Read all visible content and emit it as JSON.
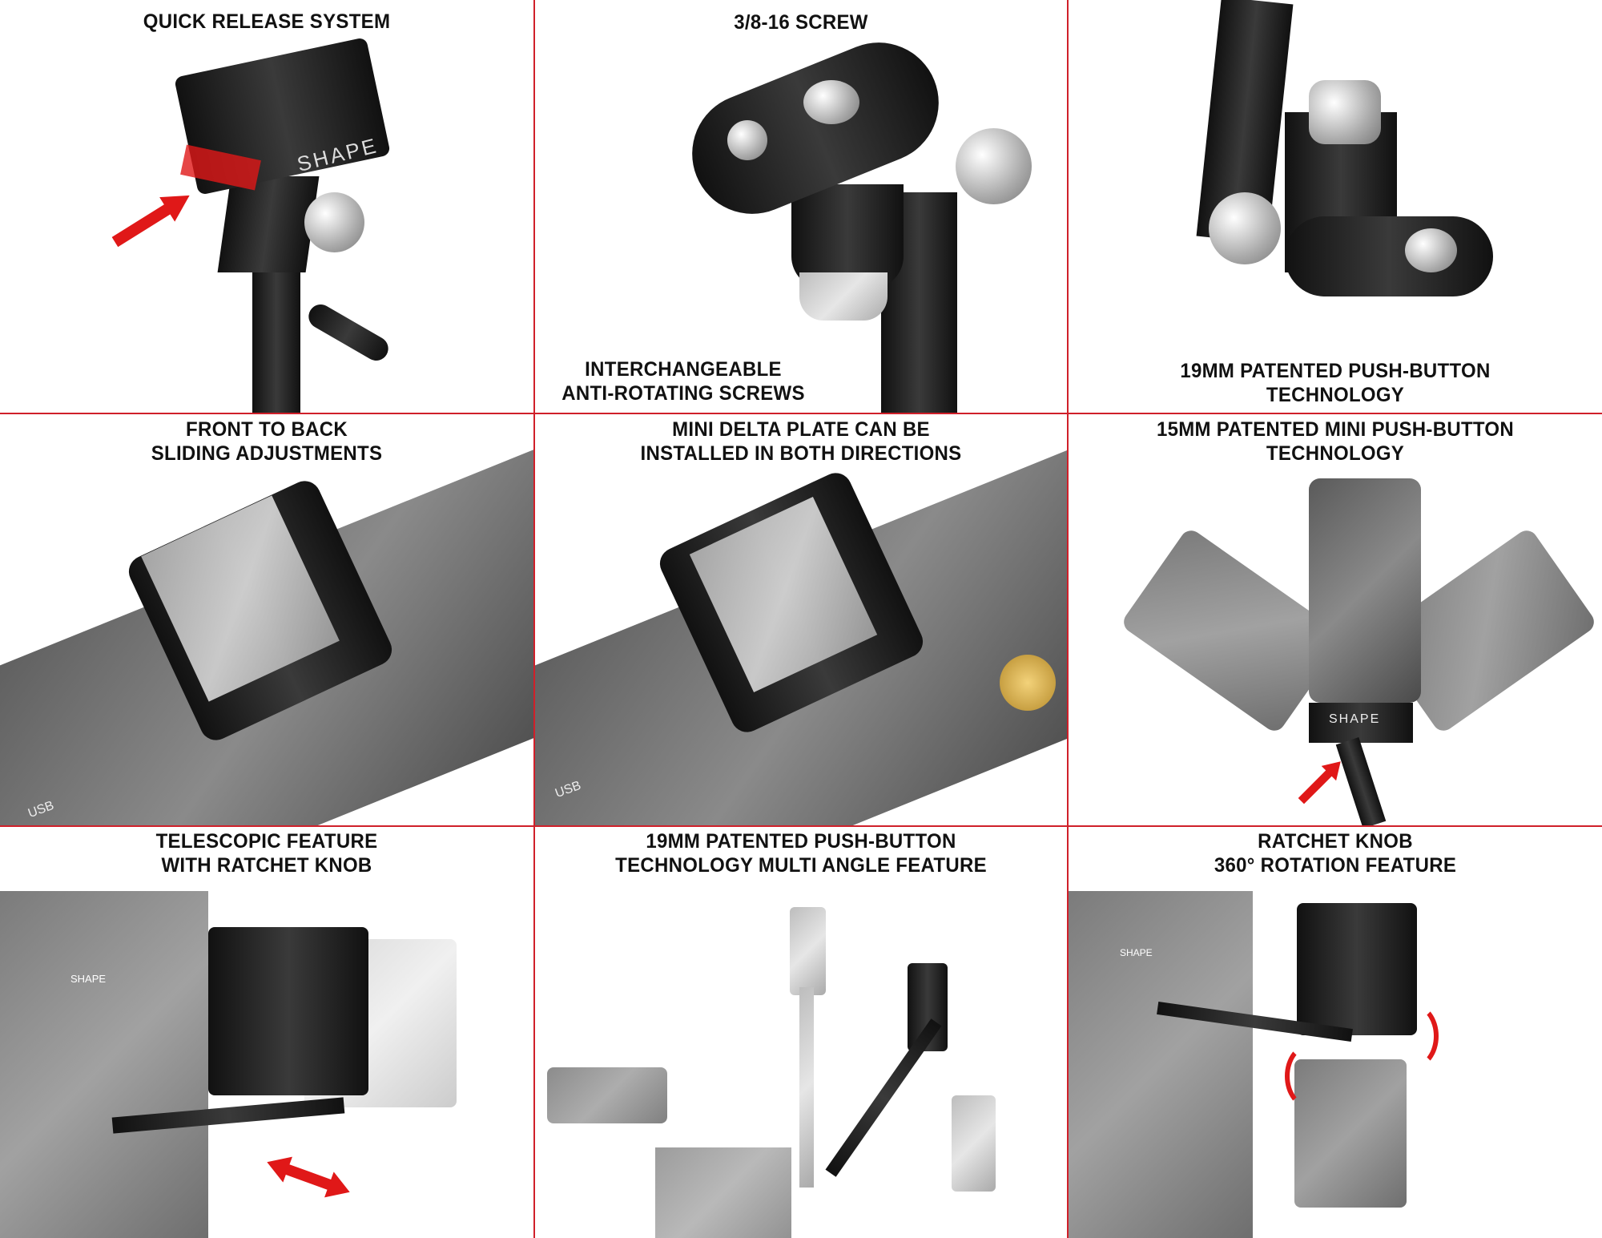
{
  "colors": {
    "divider": "#d0202a",
    "accent_arrow": "#e01818",
    "text": "#111111"
  },
  "cells": [
    {
      "captions": [
        "QUICK RELEASE SYSTEM"
      ],
      "logo": "SHAPE"
    },
    {
      "captions": [
        "3/8-16 SCREW"
      ],
      "bottom_captions": [
        "INTERCHANGEABLE",
        "ANTI-ROTATING SCREWS"
      ]
    },
    {
      "bottom_captions": [
        "19MM PATENTED PUSH-BUTTON",
        "TECHNOLOGY"
      ]
    },
    {
      "captions": [
        "FRONT TO BACK",
        "SLIDING ADJUSTMENTS"
      ],
      "label": "USB"
    },
    {
      "captions": [
        "MINI DELTA PLATE CAN BE",
        "INSTALLED IN BOTH DIRECTIONS"
      ],
      "label": "USB"
    },
    {
      "captions": [
        "15MM PATENTED MINI PUSH-BUTTON",
        "TECHNOLOGY"
      ],
      "logo": "SHAPE"
    },
    {
      "captions": [
        "TELESCOPIC FEATURE",
        "WITH RATCHET KNOB"
      ],
      "logo": "SHAPE"
    },
    {
      "captions": [
        "19MM PATENTED PUSH-BUTTON",
        "TECHNOLOGY MULTI ANGLE FEATURE"
      ]
    },
    {
      "captions": [
        "RATCHET KNOB",
        "360° ROTATION FEATURE"
      ],
      "logo": "SHAPE"
    }
  ]
}
